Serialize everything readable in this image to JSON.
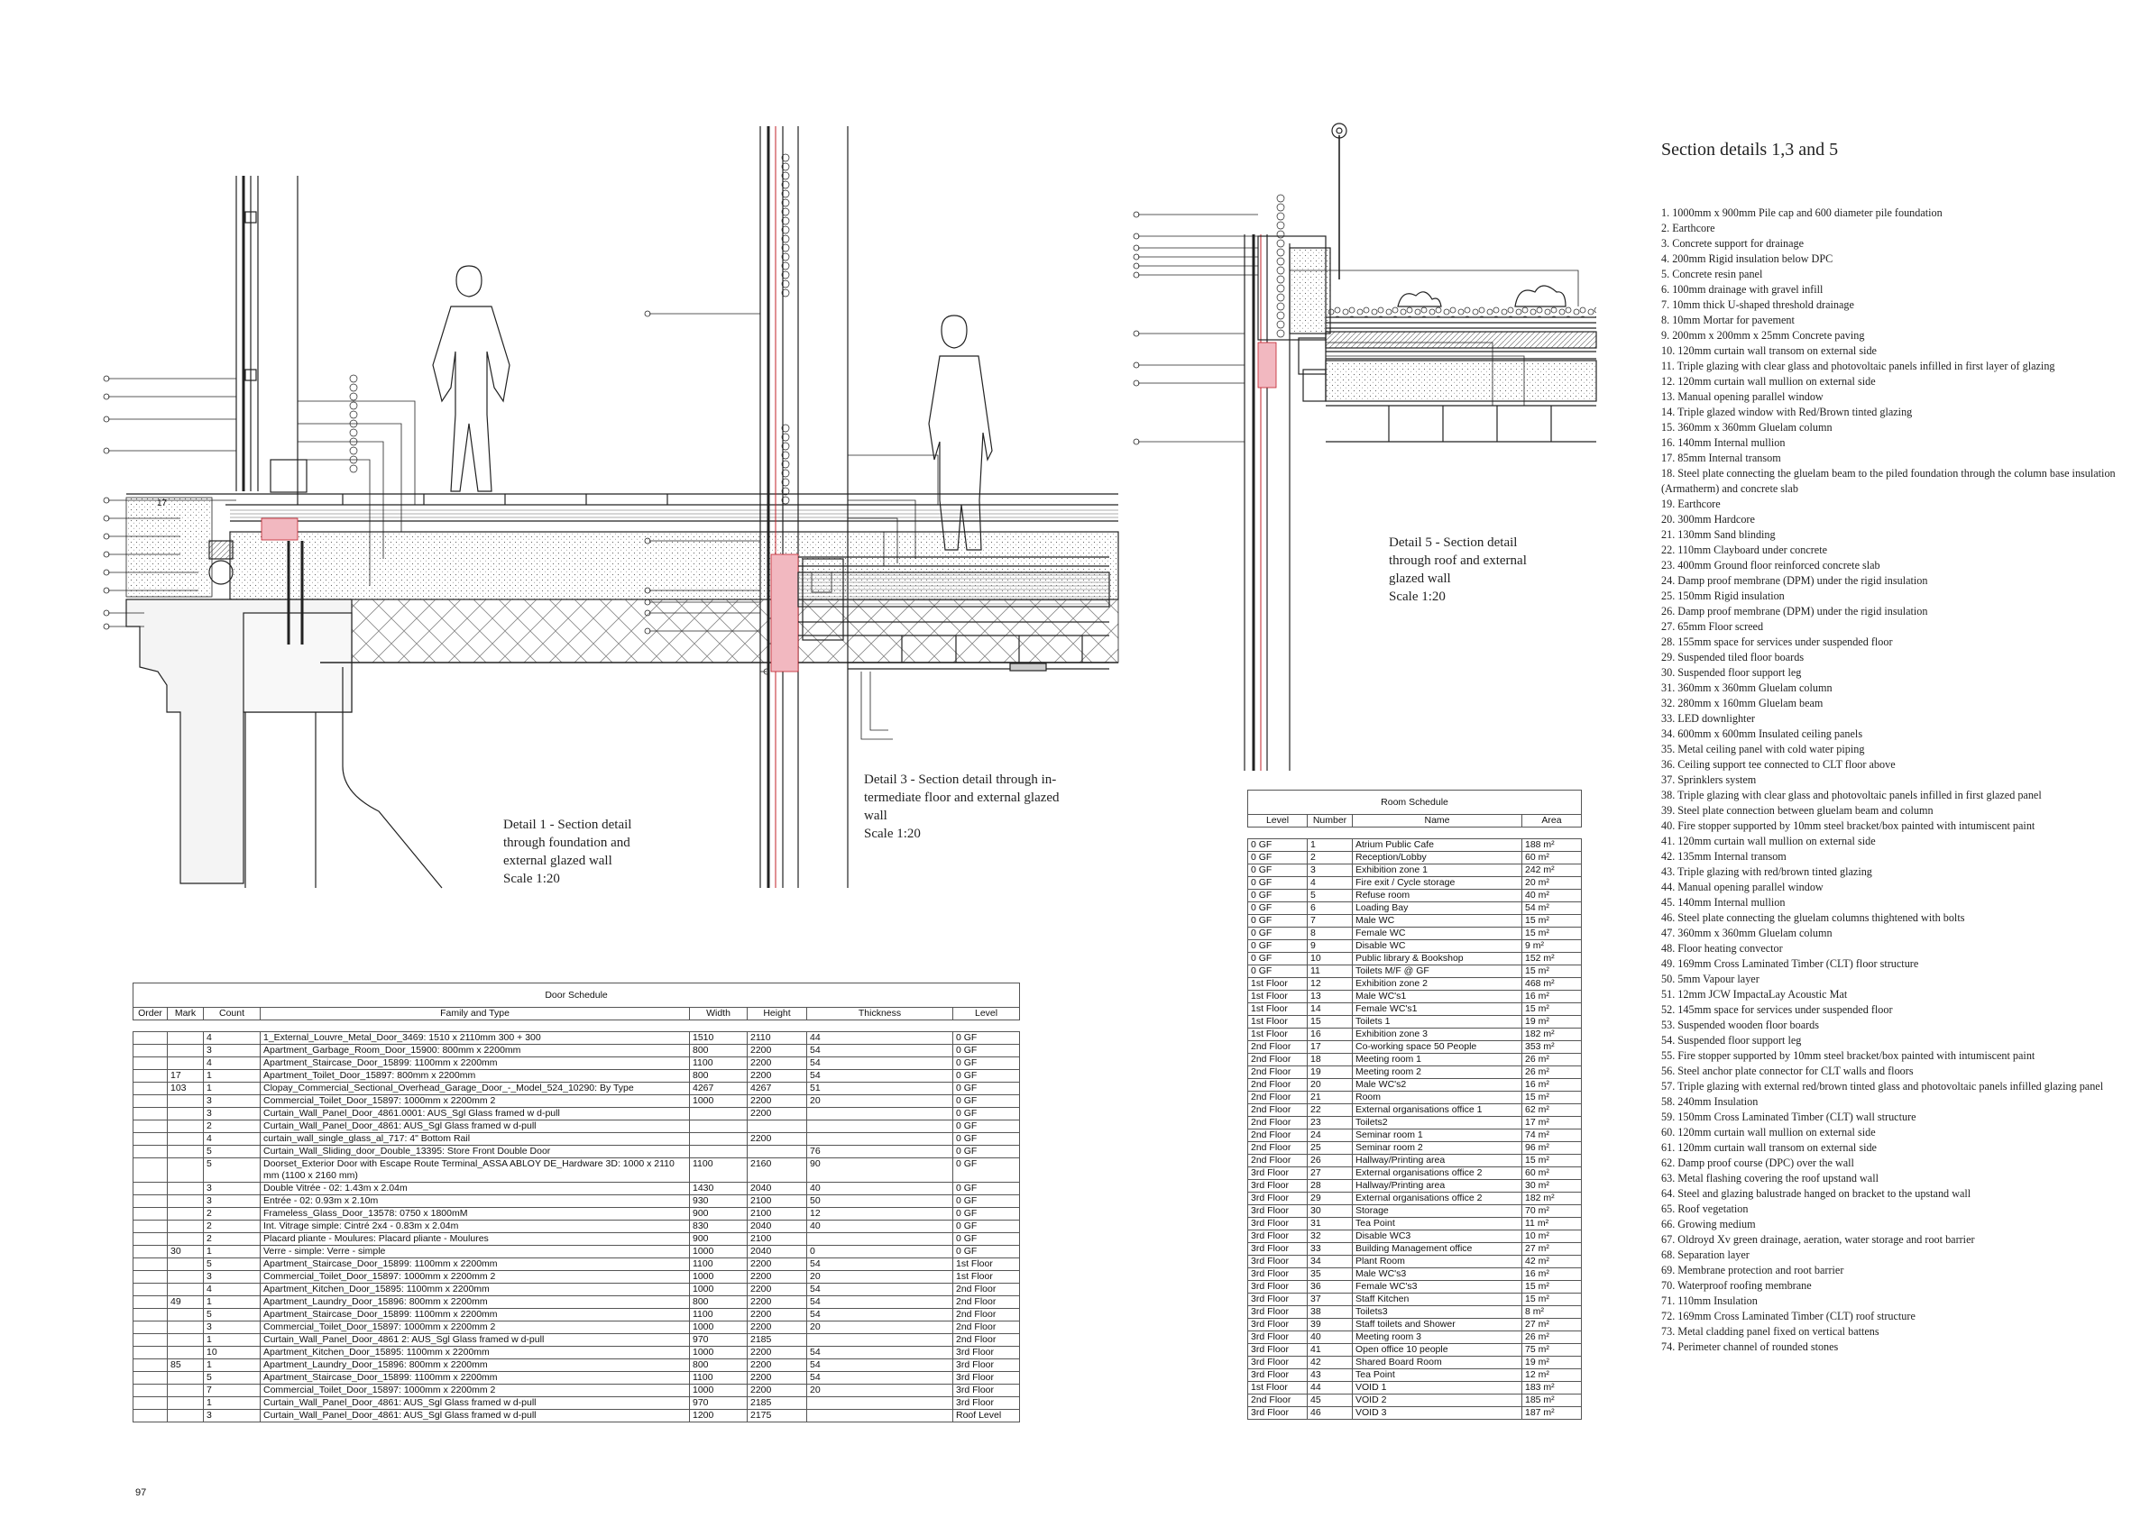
{
  "section_title": "Section details 1,3 and 5",
  "captions": {
    "detail1": "Detail 1 - Section detail\nthrough foundation and\nexternal glazed wall\nScale 1:20",
    "detail3": "Detail 3 - Section detail through in-\ntermediate floor and external glazed\nwall\nScale 1:20",
    "detail5": "Detail 5 - Section detail\nthrough roof and external\nglazed wall\nScale 1:20"
  },
  "detail1_label": "17",
  "notes": [
    "1. 1000mm x 900mm Pile cap and 600 diameter pile foundation",
    "2. Earthcore",
    "3. Concrete support for drainage",
    "4. 200mm Rigid insulation below DPC",
    "5. Concrete resin panel",
    "6. 100mm drainage with gravel infill",
    "7. 10mm thick U-shaped threshold drainage",
    "8. 10mm Mortar for pavement",
    "9. 200mm x 200mm x 25mm Concrete paving",
    "10. 120mm curtain wall transom on external side",
    "11. Triple glazing with clear glass and photovoltaic panels infilled in first layer of glazing",
    "12. 120mm curtain wall mullion on external side",
    "13. Manual opening parallel window",
    "14. Triple glazed window with Red/Brown tinted glazing",
    "15. 360mm x 360mm Gluelam column",
    "16. 140mm Internal mullion",
    "17.  85mm Internal transom",
    "18. Steel plate connecting the gluelam beam to the piled foundation through the column base insulation (Armatherm) and concrete slab",
    "19. Earthcore",
    "20. 300mm Hardcore",
    "21. 130mm Sand blinding",
    "22. 110mm Clayboard under concrete",
    "23. 400mm Ground floor reinforced concrete slab",
    "24. Damp proof membrane (DPM) under the rigid insulation",
    "25. 150mm Rigid insulation",
    "26. Damp proof membrane (DPM) under the rigid insulation",
    "27. 65mm Floor screed",
    "28. 155mm space for services under suspended floor",
    "29. Suspended tiled floor boards",
    "30. Suspended floor support leg",
    "31. 360mm x 360mm Gluelam column",
    "32. 280mm x 160mm Gluelam beam",
    "33. LED downlighter",
    "34. 600mm x 600mm Insulated ceiling panels",
    "35. Metal ceiling panel with cold water piping",
    "36. Ceiling support tee connected to CLT floor above",
    "37. Sprinklers system",
    "38. Triple glazing with clear glass and photovoltaic panels infilled in first glazed panel",
    "39. Steel plate connection between gluelam beam and column",
    "40. Fire stopper supported by 10mm steel bracket/box painted with intumiscent paint",
    "41. 120mm curtain wall mullion on external side",
    "42. 135mm Internal transom",
    "43. Triple glazing with red/brown tinted glazing",
    "44. Manual opening parallel window",
    "45. 140mm Internal mullion",
    "46. Steel plate connecting the gluelam columns thightened with bolts",
    "47.  360mm x 360mm Gluelam column",
    "48. Floor heating convector",
    "49. 169mm Cross Laminated Timber (CLT) floor structure",
    "50. 5mm Vapour layer",
    "51. 12mm JCW ImpactaLay Acoustic Mat",
    "52. 145mm space for services under suspended floor",
    "53.  Suspended wooden floor boards",
    "54. Suspended floor support leg",
    "55. Fire stopper supported by 10mm steel bracket/box painted with intumiscent paint",
    "56. Steel anchor plate connector for CLT walls and floors",
    "57. Triple glazing with external red/brown tinted glass and photovoltaic panels infilled glazing panel",
    "58. 240mm Insulation",
    "59. 150mm Cross Laminated Timber (CLT) wall structure",
    "60. 120mm curtain wall mullion on external side",
    "61. 120mm curtain wall transom on external side",
    "62. Damp proof course (DPC) over the wall",
    "63. Metal flashing covering the roof upstand wall",
    "64. Steel and glazing balustrade hanged on bracket to the upstand wall",
    "65. Roof vegetation",
    "66. Growing medium",
    "67. Oldroyd Xv green drainage, aeration, water storage and root barrier",
    "68. Separation layer",
    "69. Membrane protection and root barrier",
    "70. Waterproof roofing membrane",
    "71. 110mm Insulation",
    "72. 169mm Cross Laminated Timber (CLT) roof structure",
    "73. Metal cladding panel fixed on vertical battens",
    "74. Perimeter channel of rounded stones"
  ],
  "door_schedule": {
    "title": "Door Schedule",
    "headers": [
      "Order",
      "Mark",
      "Count",
      "Family and Type",
      "Width",
      "Height",
      "Thickness",
      "Level"
    ],
    "rows": [
      [
        "",
        "",
        "4",
        "1_External_Louvre_Metal_Door_3469: 1510 x 2110mm 300 + 300",
        "1510",
        "2110",
        "44",
        "0 GF"
      ],
      [
        "",
        "",
        "3",
        "Apartment_Garbage_Room_Door_15900: 800mm x 2200mm",
        "800",
        "2200",
        "54",
        "0 GF"
      ],
      [
        "",
        "",
        "4",
        "Apartment_Staircase_Door_15899: 1100mm x 2200mm",
        "1100",
        "2200",
        "54",
        "0 GF"
      ],
      [
        "",
        "17",
        "1",
        "Apartment_Toilet_Door_15897: 800mm x 2200mm",
        "800",
        "2200",
        "54",
        "0 GF"
      ],
      [
        "",
        "103",
        "1",
        "Clopay_Commercial_Sectional_Overhead_Garage_Door_-_Model_524_10290: By Type",
        "4267",
        "4267",
        "51",
        "0 GF"
      ],
      [
        "",
        "",
        "3",
        "Commercial_Toilet_Door_15897: 1000mm x 2200mm 2",
        "1000",
        "2200",
        "20",
        "0 GF"
      ],
      [
        "",
        "",
        "3",
        "Curtain_Wall_Panel_Door_4861.0001: AUS_Sgl Glass framed w d-pull",
        "",
        "2200",
        "",
        "0 GF"
      ],
      [
        "",
        "",
        "2",
        "Curtain_Wall_Panel_Door_4861: AUS_Sgl Glass framed w d-pull",
        "",
        "",
        "",
        "0 GF"
      ],
      [
        "",
        "",
        "4",
        "curtain_wall_single_glass_al_717: 4\" Bottom Rail",
        "",
        "2200",
        "",
        "0 GF"
      ],
      [
        "",
        "",
        "5",
        "Curtain_Wall_Sliding_door_Double_13395: Store Front Double Door",
        "",
        "",
        "76",
        "0 GF"
      ],
      [
        "",
        "",
        "5",
        "Doorset_Exterior Door with Escape Route Terminal_ASSA ABLOY DE_Hardware 3D: 1000 x 2110 mm (1100 x 2160 mm)",
        "1100",
        "2160",
        "90",
        "0 GF"
      ],
      [
        "",
        "",
        "3",
        "Double Vitrée - 02: 1.43m x 2.04m",
        "1430",
        "2040",
        "40",
        "0 GF"
      ],
      [
        "",
        "",
        "3",
        "Entrée - 02: 0.93m x 2.10m",
        "930",
        "2100",
        "50",
        "0 GF"
      ],
      [
        "",
        "",
        "2",
        "Frameless_Glass_Door_13578: 0750 x 1800mM",
        "900",
        "2100",
        "12",
        "0 GF"
      ],
      [
        "",
        "",
        "2",
        "Int. Vitrage simple: Cintré 2x4 - 0.83m x 2.04m",
        "830",
        "2040",
        "40",
        "0 GF"
      ],
      [
        "",
        "",
        "2",
        "Placard pliante - Moulures: Placard pliante - Moulures",
        "900",
        "2100",
        "",
        "0 GF"
      ],
      [
        "",
        "30",
        "1",
        "Verre - simple: Verre - simple",
        "1000",
        "2040",
        "0",
        "0 GF"
      ],
      [
        "",
        "",
        "5",
        "Apartment_Staircase_Door_15899: 1100mm x 2200mm",
        "1100",
        "2200",
        "54",
        "1st Floor"
      ],
      [
        "",
        "",
        "3",
        "Commercial_Toilet_Door_15897: 1000mm x 2200mm 2",
        "1000",
        "2200",
        "20",
        "1st Floor"
      ],
      [
        "",
        "",
        "4",
        "Apartment_Kitchen_Door_15895: 1100mm x 2200mm",
        "1000",
        "2200",
        "54",
        "2nd Floor"
      ],
      [
        "",
        "49",
        "1",
        "Apartment_Laundry_Door_15896: 800mm x 2200mm",
        "800",
        "2200",
        "54",
        "2nd Floor"
      ],
      [
        "",
        "",
        "5",
        "Apartment_Staircase_Door_15899: 1100mm x 2200mm",
        "1100",
        "2200",
        "54",
        "2nd Floor"
      ],
      [
        "",
        "",
        "3",
        "Commercial_Toilet_Door_15897: 1000mm x 2200mm 2",
        "1000",
        "2200",
        "20",
        "2nd Floor"
      ],
      [
        "",
        "",
        "1",
        "Curtain_Wall_Panel_Door_4861 2: AUS_Sgl Glass framed w d-pull",
        "970",
        "2185",
        "",
        "2nd Floor"
      ],
      [
        "",
        "",
        "10",
        "Apartment_Kitchen_Door_15895: 1100mm x 2200mm",
        "1000",
        "2200",
        "54",
        "3rd Floor"
      ],
      [
        "",
        "85",
        "1",
        "Apartment_Laundry_Door_15896: 800mm x 2200mm",
        "800",
        "2200",
        "54",
        "3rd Floor"
      ],
      [
        "",
        "",
        "5",
        "Apartment_Staircase_Door_15899: 1100mm x 2200mm",
        "1100",
        "2200",
        "54",
        "3rd Floor"
      ],
      [
        "",
        "",
        "7",
        "Commercial_Toilet_Door_15897: 1000mm x 2200mm 2",
        "1000",
        "2200",
        "20",
        "3rd Floor"
      ],
      [
        "",
        "",
        "1",
        "Curtain_Wall_Panel_Door_4861: AUS_Sgl Glass framed w d-pull",
        "970",
        "2185",
        "",
        "3rd Floor"
      ],
      [
        "",
        "",
        "3",
        "Curtain_Wall_Panel_Door_4861: AUS_Sgl Glass framed w d-pull",
        "1200",
        "2175",
        "",
        "Roof Level"
      ]
    ],
    "total": "97"
  },
  "room_schedule": {
    "title": "Room Schedule",
    "headers": [
      "Level",
      "Number",
      "Name",
      "Area"
    ],
    "rows": [
      [
        "0 GF",
        "1",
        "Atrium Public Cafe",
        "188 m²"
      ],
      [
        "0 GF",
        "2",
        "Reception/Lobby",
        "60 m²"
      ],
      [
        "0 GF",
        "3",
        "Exhibition zone 1",
        "242 m²"
      ],
      [
        "0 GF",
        "4",
        "Fire exit / Cycle storage",
        "20 m²"
      ],
      [
        "0 GF",
        "5",
        "Refuse room",
        "40 m²"
      ],
      [
        "0 GF",
        "6",
        "Loading Bay",
        "54 m²"
      ],
      [
        "0 GF",
        "7",
        "Male WC",
        "15 m²"
      ],
      [
        "0 GF",
        "8",
        "Female WC",
        "15 m²"
      ],
      [
        "0 GF",
        "9",
        "Disable WC",
        "9 m²"
      ],
      [
        "0 GF",
        "10",
        "Public library & Bookshop",
        "152 m²"
      ],
      [
        "0 GF",
        "11",
        "Toilets M/F @ GF",
        "15 m²"
      ],
      [
        "1st Floor",
        "12",
        "Exhibition zone 2",
        "468 m²"
      ],
      [
        "1st Floor",
        "13",
        "Male WC's1",
        "16 m²"
      ],
      [
        "1st Floor",
        "14",
        "Female WC's1",
        "15 m²"
      ],
      [
        "1st Floor",
        "15",
        "Toilets 1",
        "19 m²"
      ],
      [
        "1st Floor",
        "16",
        "Exhibition zone 3",
        "182 m²"
      ],
      [
        "2nd Floor",
        "17",
        "Co-working space 50 People",
        "353 m²"
      ],
      [
        "2nd Floor",
        "18",
        "Meeting room 1",
        "26 m²"
      ],
      [
        "2nd Floor",
        "19",
        "Meeting room 2",
        "26 m²"
      ],
      [
        "2nd Floor",
        "20",
        "Male WC's2",
        "16 m²"
      ],
      [
        "2nd Floor",
        "21",
        "Room",
        "15 m²"
      ],
      [
        "2nd Floor",
        "22",
        "External organisations office 1",
        "62 m²"
      ],
      [
        "2nd Floor",
        "23",
        "Toilets2",
        "17 m²"
      ],
      [
        "2nd Floor",
        "24",
        "Seminar room 1",
        "74 m²"
      ],
      [
        "2nd Floor",
        "25",
        "Seminar room 2",
        "96 m²"
      ],
      [
        "2nd Floor",
        "26",
        "Hallway/Printing area",
        "15 m²"
      ],
      [
        "3rd Floor",
        "27",
        "External organisations office 2",
        "60 m²"
      ],
      [
        "3rd Floor",
        "28",
        "Hallway/Printing area",
        "30 m²"
      ],
      [
        "3rd Floor",
        "29",
        "External organisations office 2",
        "182 m²"
      ],
      [
        "3rd Floor",
        "30",
        "Storage",
        "70 m²"
      ],
      [
        "3rd Floor",
        "31",
        "Tea Point",
        "11 m²"
      ],
      [
        "3rd Floor",
        "32",
        "Disable WC3",
        "10 m²"
      ],
      [
        "3rd Floor",
        "33",
        "Building Management office",
        "27 m²"
      ],
      [
        "3rd Floor",
        "34",
        "Plant Room",
        "42 m²"
      ],
      [
        "3rd Floor",
        "35",
        "Male WC's3",
        "16 m²"
      ],
      [
        "3rd Floor",
        "36",
        "Female WC's3",
        "15 m²"
      ],
      [
        "3rd Floor",
        "37",
        "Staff Kitchen",
        "15 m²"
      ],
      [
        "3rd Floor",
        "38",
        "Toilets3",
        "8 m²"
      ],
      [
        "3rd Floor",
        "39",
        "Staff toilets and Shower",
        "27 m²"
      ],
      [
        "3rd Floor",
        "40",
        "Meeting room 3",
        "26 m²"
      ],
      [
        "3rd Floor",
        "41",
        "Open office 10 people",
        "75 m²"
      ],
      [
        "3rd Floor",
        "42",
        "Shared Board Room",
        "19 m²"
      ],
      [
        "3rd Floor",
        "43",
        "Tea Point",
        "12 m²"
      ],
      [
        "1st Floor",
        "44",
        "VOID 1",
        "183 m²"
      ],
      [
        "2nd Floor",
        "45",
        "VOID 2",
        "185 m²"
      ],
      [
        "3rd Floor",
        "46",
        "VOID 3",
        "187 m²"
      ]
    ]
  },
  "colors": {
    "line": "#222222",
    "pink": "#f2b8c0",
    "red": "#c0202a",
    "hatch": "#9a9a9a"
  }
}
